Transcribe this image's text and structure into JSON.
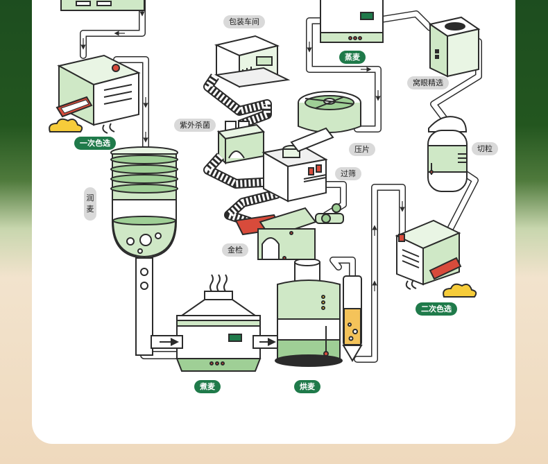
{
  "stations": {
    "packaging": "包装车间",
    "steaming": "蒸麦",
    "eye_sorting": "窝眼精选",
    "first_color_sorting": "一次色选",
    "uv_sterilization": "紫外杀菌",
    "flaking": "压片",
    "cutting": "切粒",
    "wetting": "润麦",
    "sieving": "过筛",
    "metal_detection": "金检",
    "second_color_sorting": "二次色选",
    "boiling": "煮麦",
    "baking": "烘麦"
  },
  "colors": {
    "card": "#ffffff",
    "machine_fill": "#cfe8c6",
    "machine_dark": "#9fcf96",
    "outline": "#2b2b2b",
    "label_green": "#1f7a4a",
    "label_grey": "#d9d9d9",
    "accent_red": "#d84b3b",
    "accent_yellow": "#f6cc3a",
    "liquid_orange": "#f4c35a",
    "background_dark_green": "#1d4d1f",
    "background_cream": "#efd9bd"
  }
}
